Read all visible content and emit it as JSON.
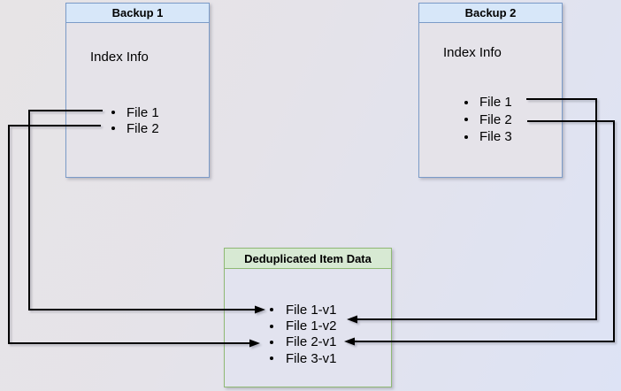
{
  "backup1": {
    "title": "Backup 1",
    "subtitle": "Index Info",
    "items": [
      "File 1",
      "File 2"
    ]
  },
  "backup2": {
    "title": "Backup 2",
    "subtitle": "Index Info",
    "items": [
      "File 1",
      "File 2",
      "File 3"
    ]
  },
  "dedup": {
    "title": "Deduplicated Item Data",
    "items": [
      "File 1-v1",
      "File 1-v2",
      "File 2-v1",
      "File 3-v1"
    ]
  },
  "connections": [
    {
      "from": "Backup 1 / File 1",
      "to": "File 1-v1"
    },
    {
      "from": "Backup 1 / File 2",
      "to": "File 2-v1"
    },
    {
      "from": "Backup 2 / File 1",
      "to": "File 1-v2"
    },
    {
      "from": "Backup 2 / File 2",
      "to": "File 2-v1"
    }
  ],
  "colors": {
    "backup_header_fill": "#d7e7f9",
    "backup_border": "#7b9bc8",
    "dedup_header_fill": "#d7e9d3",
    "dedup_border": "#8fb974",
    "connector": "#000000",
    "text": "#000000"
  }
}
